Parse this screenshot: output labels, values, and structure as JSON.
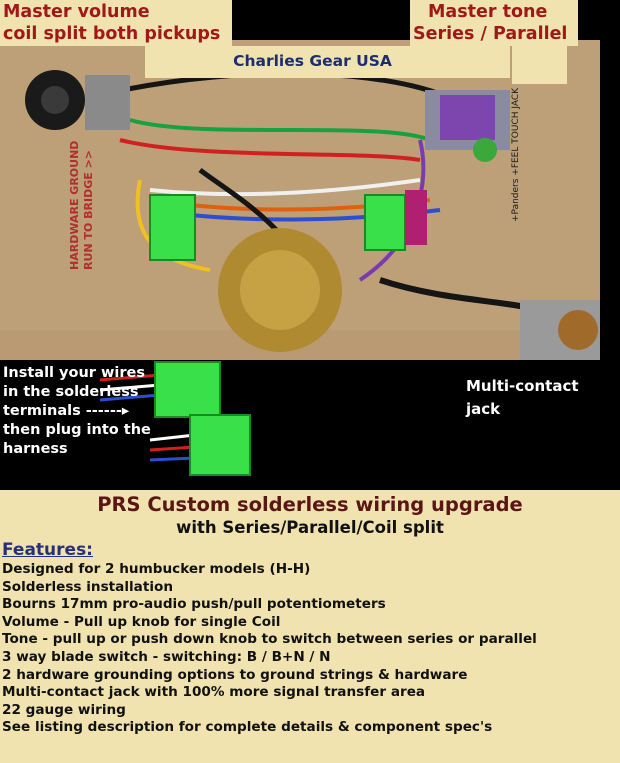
{
  "callouts": {
    "volume_line1": "Master volume",
    "volume_line2": "coil split both pickups",
    "tone_line1": "Master tone",
    "tone_line2": "Series / Parallel",
    "brand": "Charlies Gear USA"
  },
  "board_notes": {
    "ground_line1": "HARDWARE GROUND",
    "ground_line2": "RUN TO BRIDGE >>",
    "jack_note": "+Panders +FEEL TOUCH JACK"
  },
  "photo_labels": {
    "install_lines": [
      "Install your wires",
      "in the solderless",
      "terminals  ------▸",
      "then plug into the",
      "harness"
    ],
    "jack_lines": [
      "Multi-contact",
      "jack"
    ]
  },
  "caption": {
    "title": "PRS Custom solderless wiring upgrade",
    "subtitle": "with Series/Parallel/Coil split",
    "features_heading": "Features:",
    "features": [
      "Designed for 2 humbucker models (H-H)",
      "Solderless installation",
      "Bourns 17mm pro-audio push/pull potentiometers",
      "Volume - Pull up knob for single Coil",
      "Tone - pull up or push down knob to switch between series or parallel",
      "3 way blade switch - switching: B / B+N / N",
      "2 hardware grounding options to ground strings & hardware",
      "Multi-contact jack with 100% more signal transfer area",
      "22 gauge wiring",
      "See listing description for complete details & component spec's"
    ]
  },
  "colors": {
    "caption_bg": "#f0e3b0",
    "callout_red": "#a01818",
    "brand_navy": "#1e2d6e",
    "title_maroon": "#5a1515",
    "heading_blue": "#28307a",
    "board": "#b99a73"
  }
}
